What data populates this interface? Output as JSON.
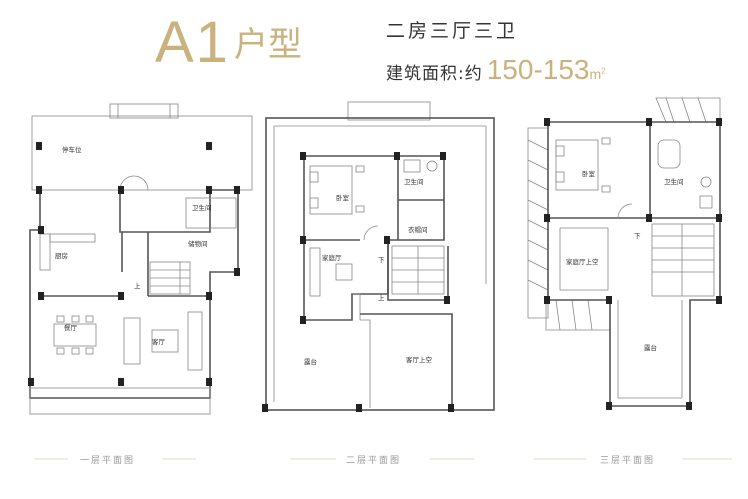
{
  "header": {
    "plan_code": "A1",
    "plan_suffix": "户型",
    "layout": "二房三厅三卫",
    "area_label": "建筑面积:约",
    "area_value": "150-153",
    "area_unit": "m",
    "area_unit_sup": "2"
  },
  "floors": [
    {
      "caption": "一层平面图",
      "rooms": {
        "parking": "停车位",
        "bath": "卫生间",
        "storage": "储物间",
        "kitchen": "厨房",
        "dining": "餐厅",
        "living": "客厅",
        "up": "上"
      }
    },
    {
      "caption": "二层平面图",
      "rooms": {
        "bedroom": "卧室",
        "bath": "卫生间",
        "closet": "衣帽间",
        "family": "家庭厅",
        "terrace": "露台",
        "void": "客厅上空",
        "down": "下",
        "up": "上"
      }
    },
    {
      "caption": "三层平面图",
      "rooms": {
        "bedroom": "卧室",
        "bath": "卫生间",
        "family_void": "家庭厅上空",
        "terrace": "露台",
        "down": "下"
      }
    }
  ],
  "colors": {
    "accent": "#c9b27d",
    "wall": "#555555"
  }
}
